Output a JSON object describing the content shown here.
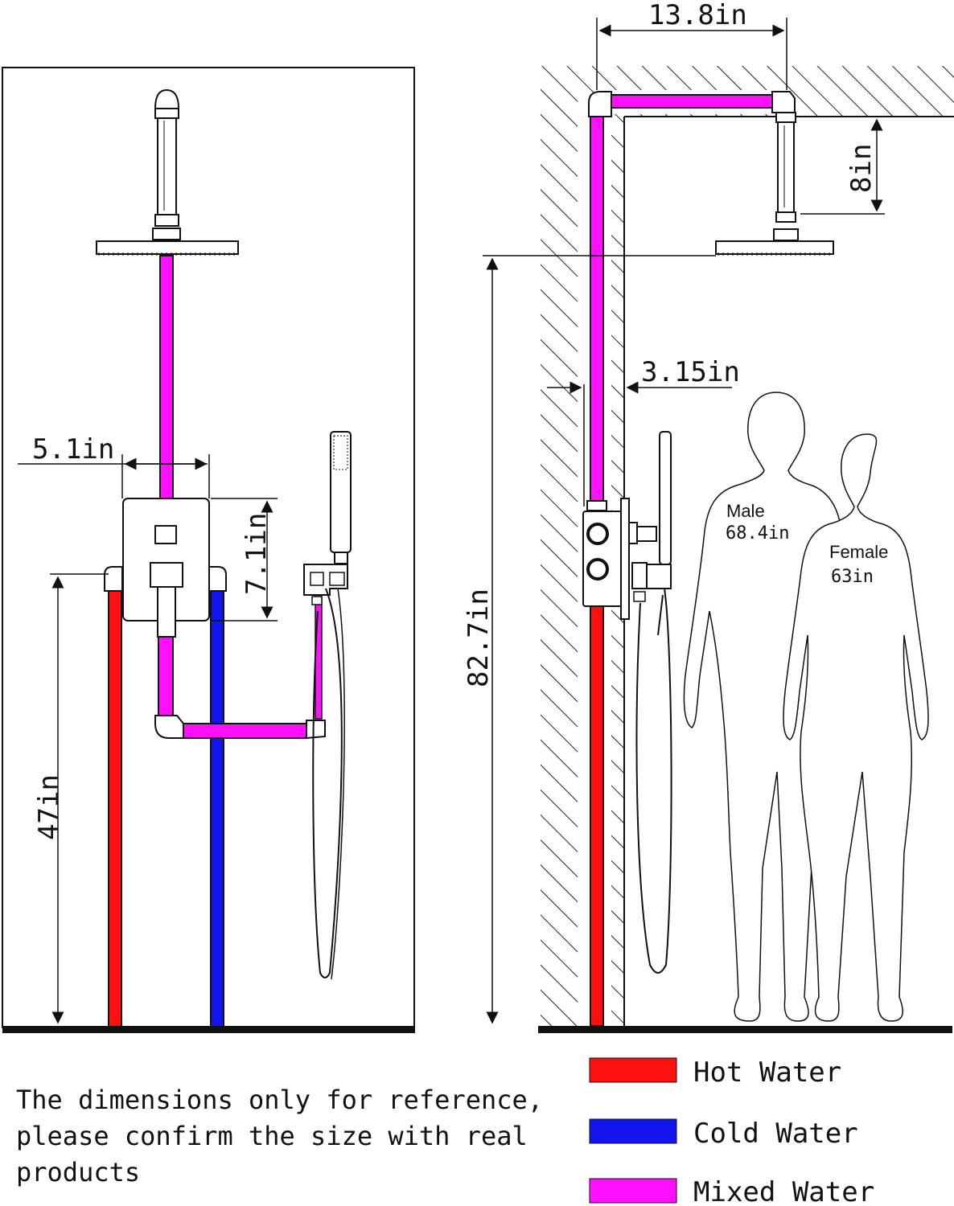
{
  "colors": {
    "hot": "#ff1010",
    "cold": "#1414ee",
    "mixed": "#ff10ff",
    "line": "#111111"
  },
  "dimensions": {
    "mixer_width": "5.1in",
    "mixer_height": "7.1in",
    "mixer_height_from_floor": "47in",
    "arm_length": "13.8in",
    "arm_drop": "8in",
    "head_height_from_floor": "82.7in",
    "wall_offset": "3.15in"
  },
  "figures": {
    "male_label": "Male",
    "male_value": "68.4in",
    "female_label": "Female",
    "female_value": "63in"
  },
  "legend": [
    {
      "label": "Hot Water",
      "color": "#ff1010"
    },
    {
      "label": "Cold Water",
      "color": "#1414ee"
    },
    {
      "label": "Mixed Water",
      "color": "#ff10ff"
    }
  ],
  "note": "The dimensions only for reference, please confirm the size with real products"
}
